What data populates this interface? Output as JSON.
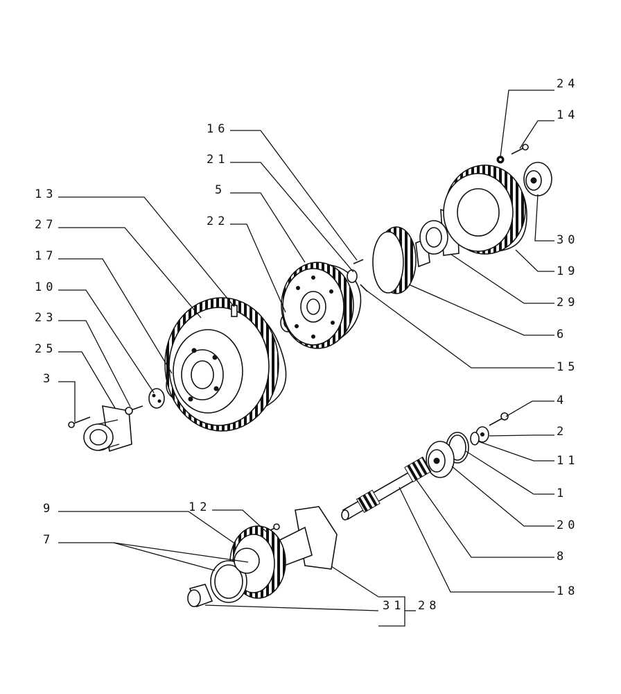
{
  "callouts": {
    "n1": "1",
    "n2": "2",
    "n3": "3",
    "n4": "4",
    "n5": "5",
    "n6": "6",
    "n7": "7",
    "n8": "8",
    "n9": "9",
    "n10": "10",
    "n11": "11",
    "n12": "12",
    "n13": "13",
    "n14": "14",
    "n15": "15",
    "n16": "16",
    "n17": "17",
    "n18": "18",
    "n19": "19",
    "n20": "20",
    "n21": "21",
    "n22": "22",
    "n23": "23",
    "n24": "24",
    "n25": "25",
    "n27": "27",
    "n28": "28",
    "n29": "29",
    "n30": "30",
    "n31": "31"
  }
}
